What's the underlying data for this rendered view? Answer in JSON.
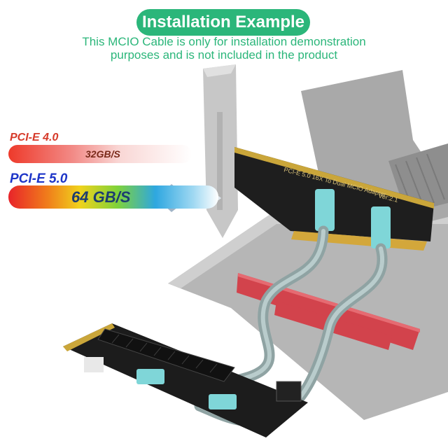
{
  "header": {
    "title": "Installation Example",
    "subtitle_line1": "This MCIO Cable is only for installation demonstration",
    "subtitle_line2": "purposes and is not included in the product"
  },
  "speed": {
    "pcie4_label": "PCI-E  4.0",
    "pcie4_value": "32GB/S",
    "pcie5_label": "PCI-E  5.0",
    "pcie5_value": "64 GB/S"
  },
  "card": {
    "silk_line1": "PCI-E 5.0  16X  To Dual  MCIO  Adapter",
    "silk_line2": "Ver:2.1"
  },
  "colors": {
    "accent_green": "#2bb67a",
    "pcie4_red": "#d63a2a",
    "pcie5_blue": "#1d35c8",
    "pcb_gold": "#c9a83a",
    "slot_red": "#d2434c",
    "mcio_connector": "#7fd6d8"
  }
}
